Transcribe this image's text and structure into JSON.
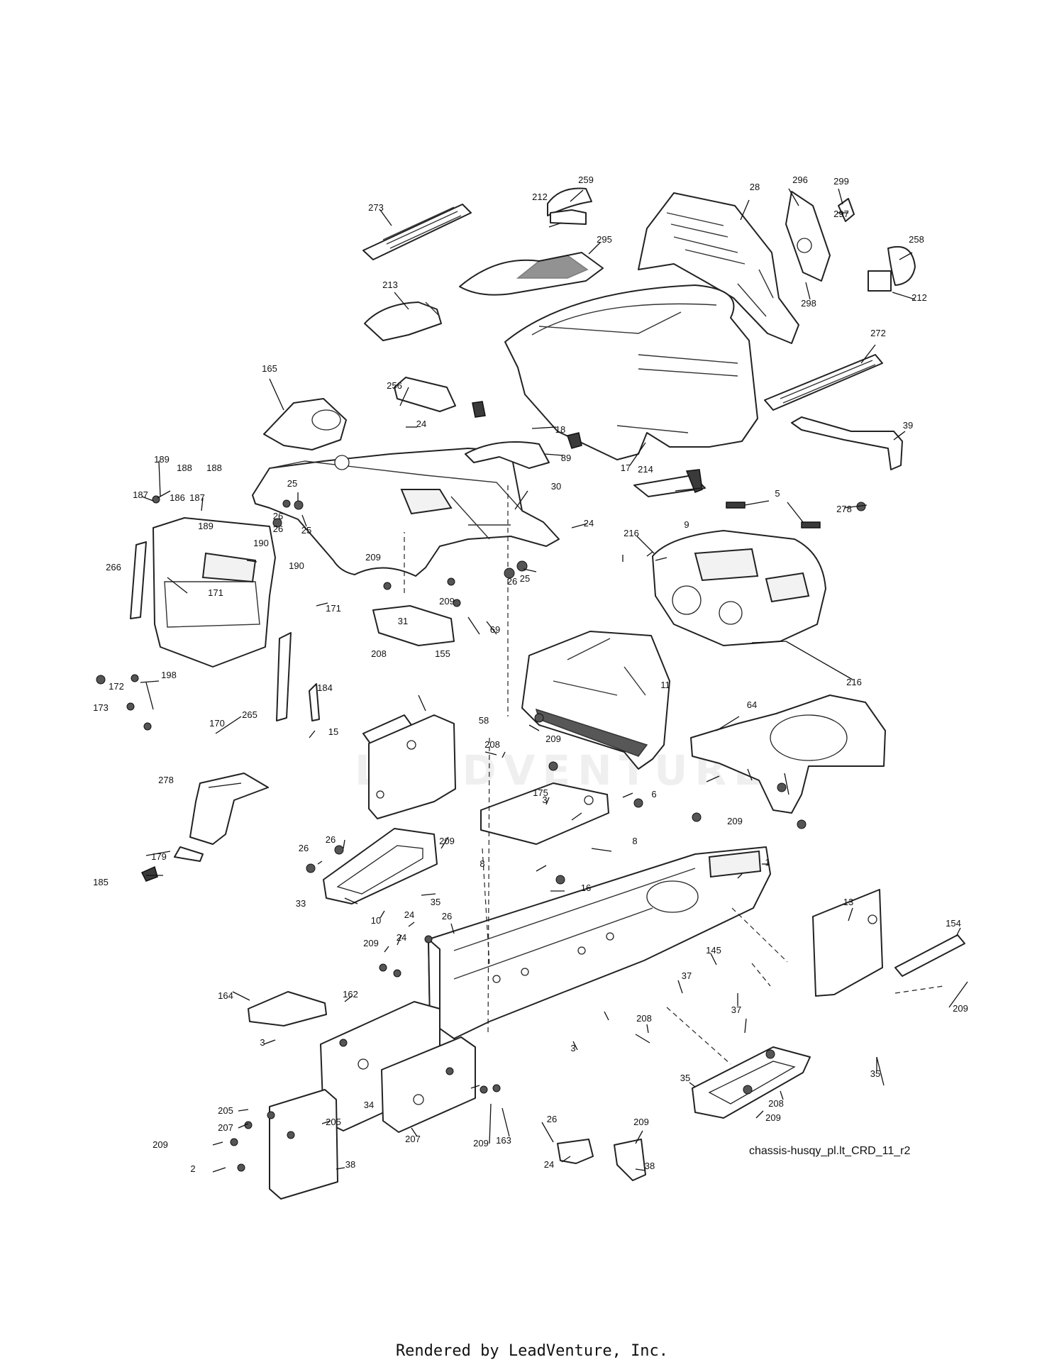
{
  "diagram_id": "chassis-husqy_pl.lt_CRD_11_r2",
  "footer": "Rendered by LeadVenture, Inc.",
  "watermark": "LEADVENTURE",
  "callouts": [
    "259",
    "212",
    "273",
    "28",
    "296",
    "299",
    "297",
    "295",
    "258",
    "298",
    "212",
    "213",
    "272",
    "256",
    "165",
    "18",
    "89",
    "17",
    "39",
    "24",
    "189",
    "188",
    "187",
    "188",
    "186",
    "187",
    "189",
    "214",
    "278",
    "5",
    "25",
    "26",
    "26",
    "25",
    "30",
    "24",
    "216",
    "9",
    "190",
    "266",
    "190",
    "171",
    "26",
    "25",
    "209",
    "209",
    "171",
    "31",
    "69",
    "216",
    "198",
    "184",
    "172",
    "173",
    "170",
    "265",
    "208",
    "155",
    "11",
    "64",
    "58",
    "15",
    "208",
    "209",
    "6",
    "175",
    "278",
    "209",
    "3",
    "8",
    "26",
    "209",
    "26",
    "8",
    "179",
    "16",
    "185",
    "33",
    "35",
    "1",
    "10",
    "13",
    "24",
    "154",
    "209",
    "24",
    "26",
    "145",
    "164",
    "162",
    "37",
    "3",
    "37",
    "209",
    "208",
    "3",
    "35",
    "35",
    "208",
    "34",
    "26",
    "209",
    "205",
    "205",
    "207",
    "209",
    "207",
    "209",
    "163",
    "24",
    "38",
    "38",
    "2",
    "209",
    "26"
  ]
}
